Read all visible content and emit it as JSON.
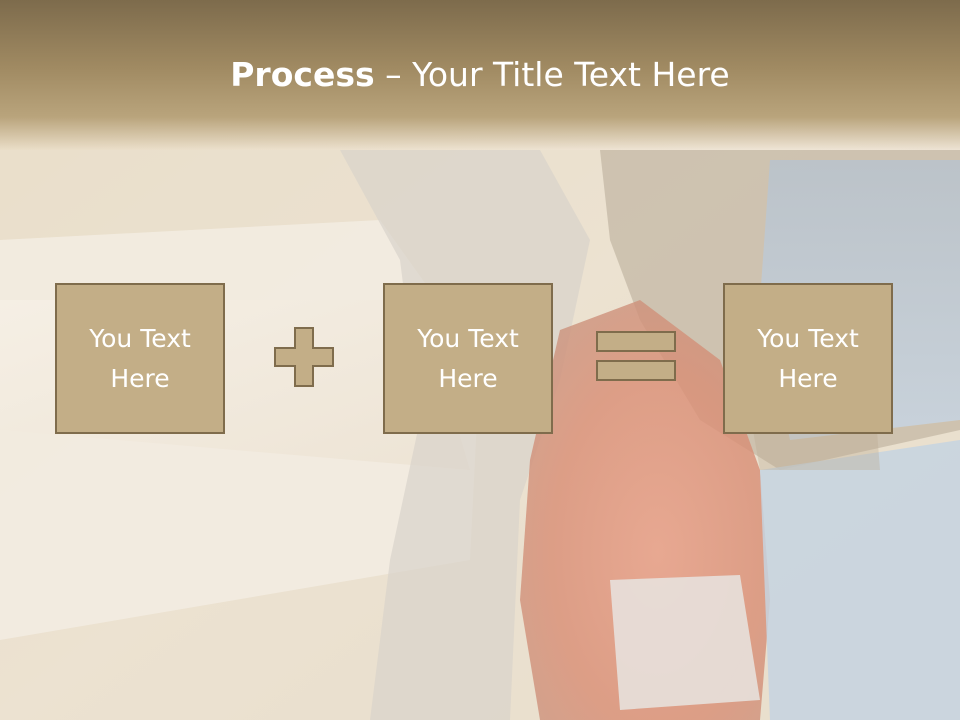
{
  "slide": {
    "title_bold": "Process",
    "title_rest": " – Your Title Text Here"
  },
  "boxes": [
    {
      "label": "You Text Here"
    },
    {
      "label": "You Text Here"
    },
    {
      "label": "You Text Here"
    }
  ],
  "operators": [
    "plus",
    "equals"
  ],
  "colors": {
    "title_band": "#9c8760",
    "box_fill": "#c3ae87",
    "box_border": "#7f6c4c",
    "text": "#ffffff"
  }
}
